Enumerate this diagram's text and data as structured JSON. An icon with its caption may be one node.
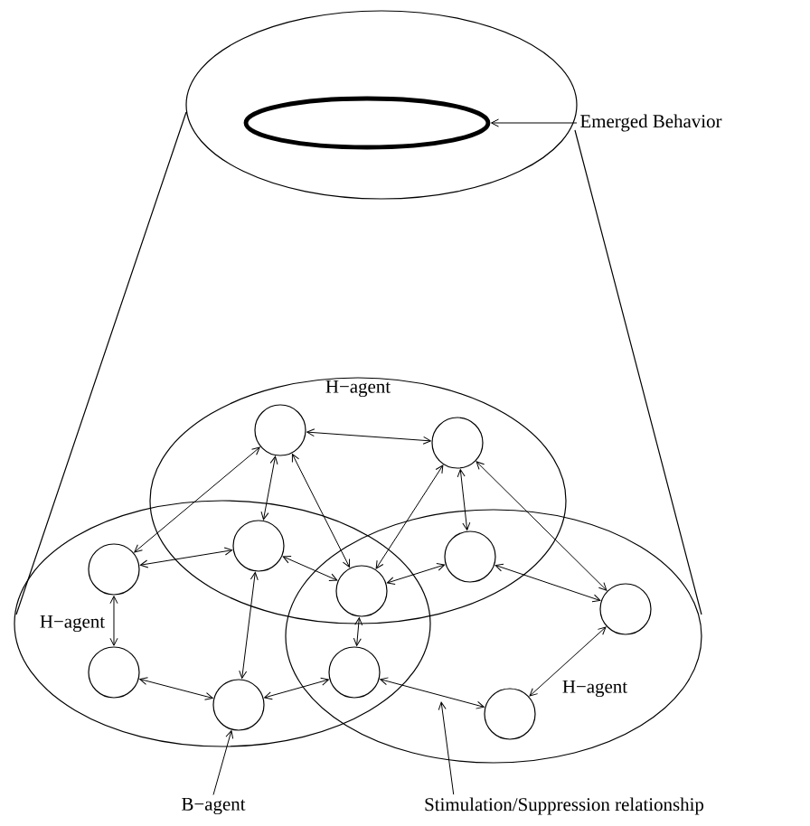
{
  "diagram": {
    "nodes": [
      {
        "text": [],
        "shape": "ellipse"
      },
      {
        "text": [
          "Emerged Behavior"
        ]
      },
      {
        "text": [
          "H−agent"
        ]
      },
      {
        "text": [
          "H−agent"
        ]
      },
      {
        "text": [
          "H−agent"
        ]
      },
      {
        "text": [],
        "shape": "circle",
        "in": 2
      },
      {
        "text": [],
        "shape": "circle",
        "in": 2
      },
      {
        "text": [],
        "shape": "circle",
        "in": 3
      },
      {
        "text": [],
        "shape": "circle"
      },
      {
        "text": [],
        "shape": "circle"
      },
      {
        "text": [],
        "shape": "circle"
      },
      {
        "text": [],
        "shape": "circle",
        "in": 3
      },
      {
        "text": [],
        "shape": "circle",
        "in": 3
      },
      {
        "text": [],
        "shape": "circle"
      },
      {
        "text": [],
        "shape": "circle",
        "in": 4
      },
      {
        "text": [],
        "shape": "circle",
        "in": 4
      },
      {
        "text": [
          "B−agent"
        ]
      },
      {
        "text": [
          "Stimulation/Suppression relationship"
        ]
      }
    ],
    "edges": [
      {
        "from": 1,
        "to": 0,
        "arrow": "to"
      },
      {
        "from": 5,
        "to": 6,
        "arrow": "both"
      },
      {
        "from": 5,
        "to": 7,
        "arrow": "both"
      },
      {
        "from": 5,
        "to": 8,
        "arrow": "both"
      },
      {
        "from": 5,
        "to": 9,
        "arrow": "both"
      },
      {
        "from": 6,
        "to": 9,
        "arrow": "both"
      },
      {
        "from": 6,
        "to": 10,
        "arrow": "both"
      },
      {
        "from": 6,
        "to": 14,
        "arrow": "both"
      },
      {
        "from": 7,
        "to": 8,
        "arrow": "both"
      },
      {
        "from": 7,
        "to": 11,
        "arrow": "both"
      },
      {
        "from": 8,
        "to": 9,
        "arrow": "both"
      },
      {
        "from": 8,
        "to": 12,
        "arrow": "both"
      },
      {
        "from": 9,
        "to": 10,
        "arrow": "both"
      },
      {
        "from": 9,
        "to": 13,
        "arrow": "both"
      },
      {
        "from": 10,
        "to": 14,
        "arrow": "both"
      },
      {
        "from": 11,
        "to": 12,
        "arrow": "both"
      },
      {
        "from": 12,
        "to": 13,
        "arrow": "both"
      },
      {
        "from": 13,
        "to": 15,
        "arrow": "both"
      },
      {
        "from": 14,
        "to": 15,
        "arrow": "both"
      },
      {
        "from": 16,
        "to": 12,
        "arrow": "to"
      },
      {
        "from": 17,
        "to": null,
        "arrow": "to"
      }
    ]
  }
}
